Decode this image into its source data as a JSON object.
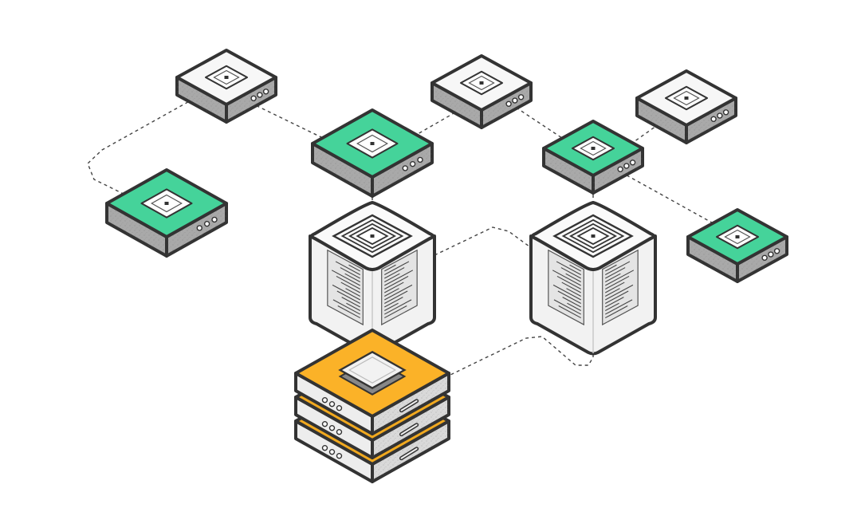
{
  "diagram": {
    "type": "isometric-network-illustration",
    "node_kinds": [
      "edge-node",
      "compute-cube",
      "storage-stack"
    ],
    "colors": {
      "outline": "#333333",
      "active_top": "#45D39A",
      "idle_top": "#F7F7F7",
      "node_side": "#A9A9A9",
      "cube_body": "#F2F2F2",
      "storage_top": "#FBB228",
      "storage_side": "#F1A91F",
      "link": "#444444"
    },
    "edge_nodes": [
      {
        "id": "node-1",
        "state": "idle"
      },
      {
        "id": "node-2",
        "state": "active"
      },
      {
        "id": "node-3",
        "state": "idle"
      },
      {
        "id": "node-4",
        "state": "active"
      },
      {
        "id": "node-5",
        "state": "idle"
      },
      {
        "id": "node-6",
        "state": "active"
      },
      {
        "id": "node-7",
        "state": "active"
      }
    ],
    "compute_cubes": [
      {
        "id": "cube-1"
      },
      {
        "id": "cube-2"
      }
    ],
    "storage": {
      "id": "storage-stack",
      "layers": 3
    },
    "links": [
      [
        "node-1",
        "node-2"
      ],
      [
        "node-1",
        "node-7"
      ],
      [
        "node-2",
        "node-3"
      ],
      [
        "node-3",
        "node-4"
      ],
      [
        "node-4",
        "node-5"
      ],
      [
        "node-4",
        "node-6"
      ],
      [
        "node-2",
        "cube-1"
      ],
      [
        "cube-1",
        "cube-2"
      ],
      [
        "node-4",
        "cube-2"
      ],
      [
        "cube-1",
        "storage-stack"
      ],
      [
        "cube-2",
        "storage-stack"
      ]
    ]
  }
}
